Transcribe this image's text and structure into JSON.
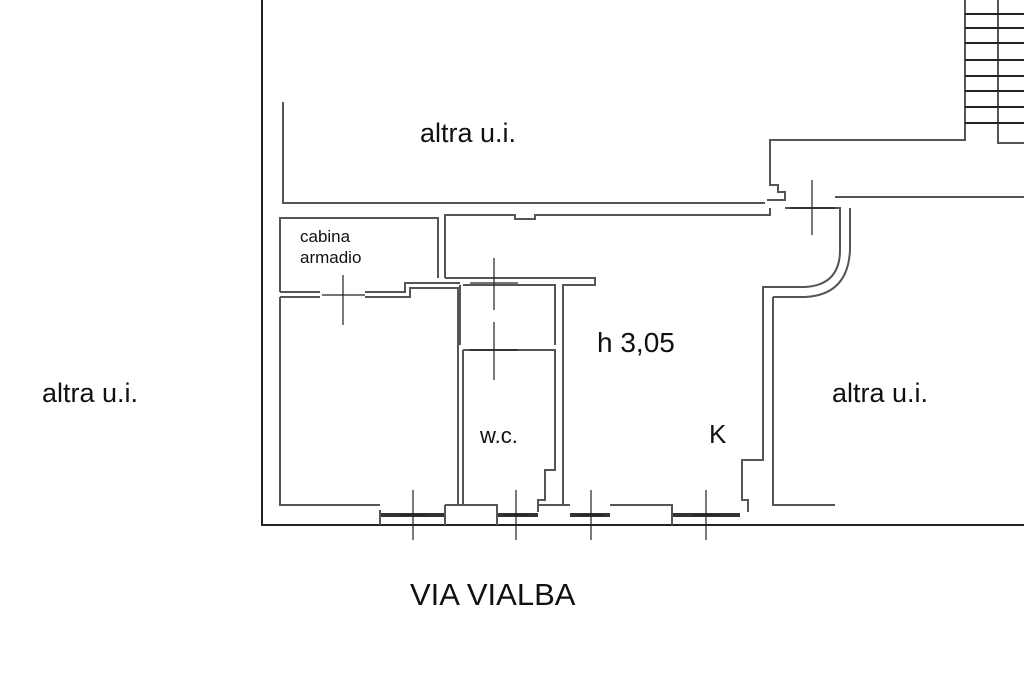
{
  "plan": {
    "label_top": "altra u.i.",
    "label_left": "altra u.i.",
    "label_right": "altra u.i.",
    "closet_line1": "cabina",
    "closet_line2": "armadio",
    "height_label": "h 3,05",
    "wc_label": "w.c.",
    "kitchen_label": "K",
    "street_label": "VIA VIALBA"
  },
  "colors": {
    "line": "#555555",
    "text": "#111111",
    "background": "#ffffff"
  }
}
